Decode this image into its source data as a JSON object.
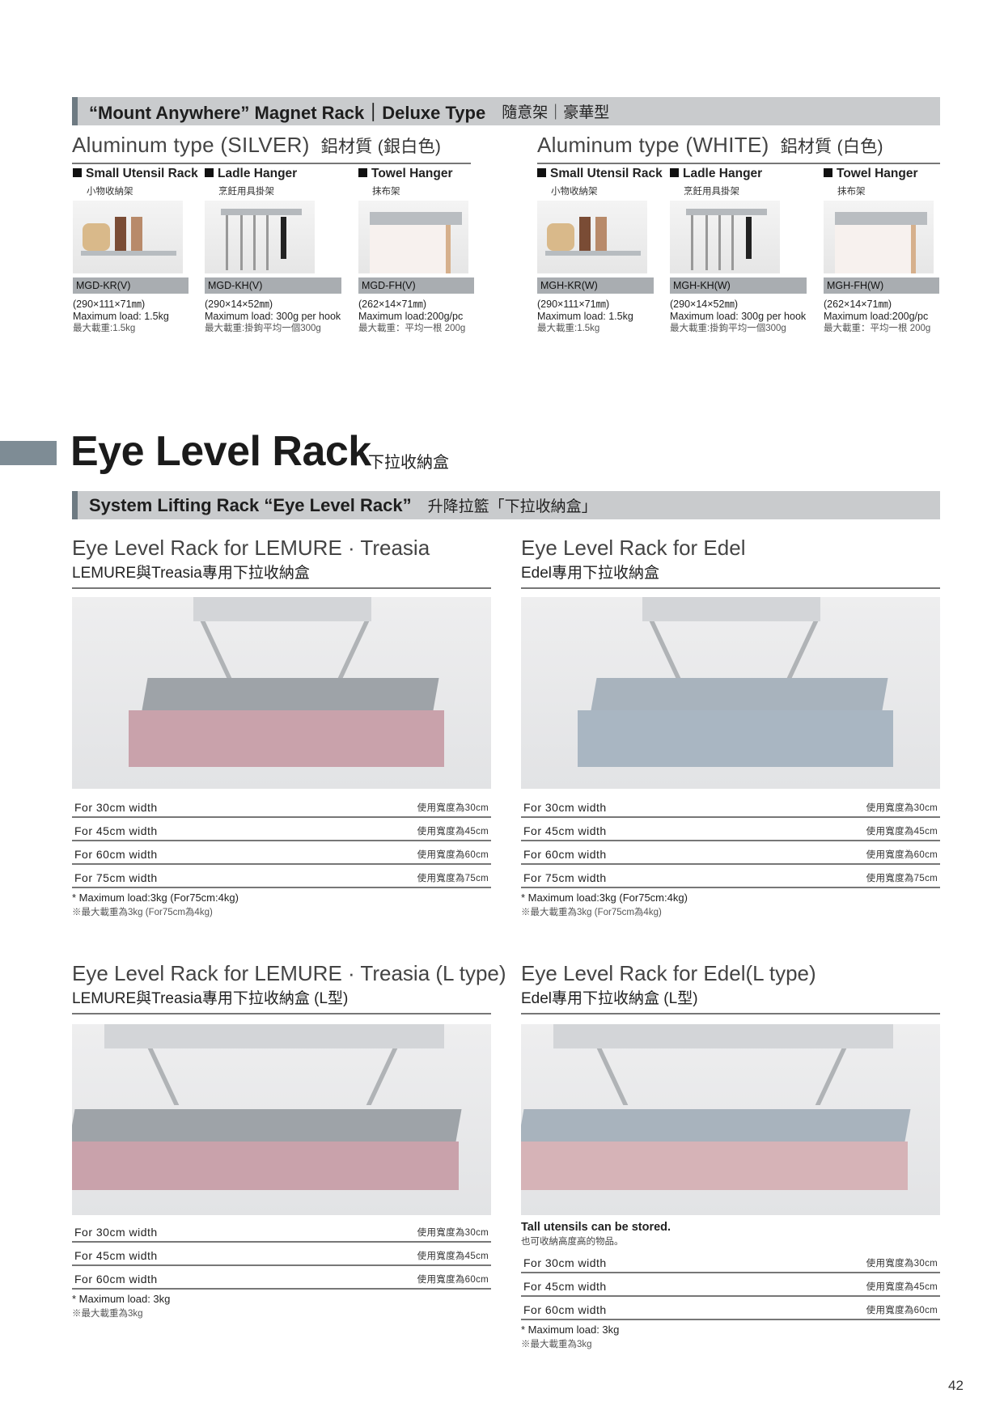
{
  "magnet_rack": {
    "title_en": "“Mount Anywhere” Magnet Rack｜Deluxe Type",
    "title_zh": "隨意架｜豪華型",
    "sections": [
      {
        "heading_en": "Aluminum type (SILVER)",
        "heading_zh": "鋁材質 (銀白色)",
        "items": [
          {
            "name_en": "Small Utensil Rack",
            "name_zh": "小物收納架",
            "code": "MGD-KR(V)",
            "dims": "(290×111×71㎜)",
            "load_en": "Maximum load: 1.5kg",
            "load_zh": "最大載重:1.5kg"
          },
          {
            "name_en": "Ladle Hanger",
            "name_zh": "烹飪用具掛架",
            "code": "MGD-KH(V)",
            "dims": "(290×14×52㎜)",
            "load_en": "Maximum load: 300g per hook",
            "load_zh": "最大載重:掛鉤平均一個300g"
          },
          {
            "name_en": "Towel Hanger",
            "name_zh": "抹布架",
            "code": "MGD-FH(V)",
            "dims": "(262×14×71㎜)",
            "load_en": "Maximum load:200g/pc",
            "load_zh": "最大載重：平均一根 200g"
          }
        ]
      },
      {
        "heading_en": "Aluminum type (WHITE)",
        "heading_zh": "鋁材質 (白色)",
        "items": [
          {
            "name_en": "Small Utensil Rack",
            "name_zh": "小物收納架",
            "code": "MGH-KR(W)",
            "dims": "(290×111×71㎜)",
            "load_en": "Maximum load: 1.5kg",
            "load_zh": "最大載重:1.5kg"
          },
          {
            "name_en": "Ladle Hanger",
            "name_zh": "烹飪用具掛架",
            "code": "MGH-KH(W)",
            "dims": "(290×14×52㎜)",
            "load_en": "Maximum load: 300g per hook",
            "load_zh": "最大載重:掛鉤平均一個300g"
          },
          {
            "name_en": "Towel Hanger",
            "name_zh": "抹布架",
            "code": "MGH-FH(W)",
            "dims": "(262×14×71㎜)",
            "load_en": "Maximum load:200g/pc",
            "load_zh": "最大載重：平均一根 200g"
          }
        ]
      }
    ]
  },
  "eye_level": {
    "title": "Eye Level Rack",
    "title_zh": "下拉收納盒",
    "subbar_en": "System Lifting Rack “Eye Level Rack”",
    "subbar_zh": "升降拉籃「下拉收納盒」",
    "racks": [
      {
        "title": "Eye Level Rack for LEMURE · Treasia",
        "subtitle": "LEMURE與Treasia專用下拉收納盒",
        "rows": [
          {
            "en": "For 30cm width",
            "zh": "使用寬度為30cm"
          },
          {
            "en": "For 45cm width",
            "zh": "使用寬度為45cm"
          },
          {
            "en": "For 60cm width",
            "zh": "使用寬度為60cm"
          },
          {
            "en": "For 75cm width",
            "zh": "使用寬度為75cm"
          }
        ],
        "note_en": "* Maximum load:3kg (For75cm:4kg)",
        "note_zh": "※最大載重為3kg (For75cm為4kg)"
      },
      {
        "title": "Eye Level Rack  for Edel",
        "subtitle": "Edel專用下拉收納盒",
        "rows": [
          {
            "en": "For 30cm width",
            "zh": "使用寬度為30cm"
          },
          {
            "en": "For 45cm width",
            "zh": "使用寬度為45cm"
          },
          {
            "en": "For 60cm width",
            "zh": "使用寬度為60cm"
          },
          {
            "en": "For 75cm width",
            "zh": "使用寬度為75cm"
          }
        ],
        "note_en": "* Maximum load:3kg (For75cm:4kg)",
        "note_zh": "※最大載重為3kg (For75cm為4kg)"
      },
      {
        "title": "Eye Level Rack for LEMURE · Treasia (L type)",
        "subtitle": "LEMURE與Treasia專用下拉收納盒 (L型)",
        "rows": [
          {
            "en": "For 30cm width",
            "zh": "使用寬度為30cm"
          },
          {
            "en": "For 45cm width",
            "zh": "使用寬度為45cm"
          },
          {
            "en": "For 60cm width",
            "zh": "使用寬度為60cm"
          }
        ],
        "note_en": "* Maximum load: 3kg",
        "note_zh": "※最大載重為3kg"
      },
      {
        "title": "Eye Level Rack  for Edel(L type)",
        "subtitle": "Edel專用下拉收納盒 (L型)",
        "feature_en": "Tall utensils can be stored.",
        "feature_zh": "也可收納高度高的物品。",
        "rows": [
          {
            "en": "For 30cm width",
            "zh": "使用寬度為30cm"
          },
          {
            "en": "For 45cm width",
            "zh": "使用寬度為45cm"
          },
          {
            "en": "For 60cm width",
            "zh": "使用寬度為60cm"
          }
        ],
        "note_en": "* Maximum load: 3kg",
        "note_zh": "※最大載重為3kg"
      }
    ]
  },
  "page_number": "42",
  "colors": {
    "bar": "#c9cbcd",
    "bar_accent": "#6e7a82",
    "code_bar": "#a9adb1",
    "pink_front": "#c9a2ab",
    "blue_grey": "#a9b6c2"
  }
}
